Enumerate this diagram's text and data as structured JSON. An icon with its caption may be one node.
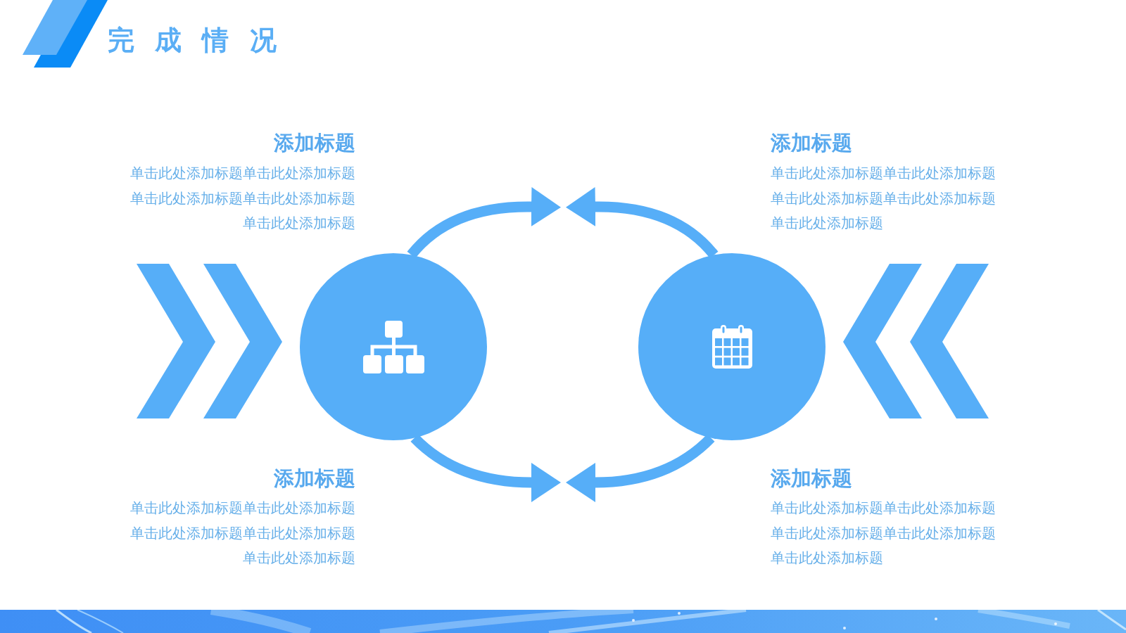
{
  "diagram": {
    "title": "完 成 情 况",
    "nodes": [
      {
        "text": [],
        "shape": "circle"
      },
      {
        "text": [],
        "shape": "circle"
      }
    ],
    "edges": [
      {
        "from": 0,
        "to": null,
        "arrow": "to"
      },
      {
        "from": 1,
        "to": null,
        "arrow": "to"
      },
      {
        "from": 0,
        "to": null,
        "arrow": "to"
      },
      {
        "from": 1,
        "to": null,
        "arrow": "to"
      }
    ],
    "labels": [
      "添加标题",
      "单击此处添加标题单击此处添加标题单击此处添加标题单击此处添加标题单击此处添加标题",
      "添加标题",
      "单击此处添加标题单击此处添加标题单击此处添加标题单击此处添加标题单击此处添加标题",
      "添加标题",
      "单击此处添加标题单击此处添加标题单击此处添加标题单击此处添加标题单击此处添加标题",
      "添加标题",
      "单击此处添加标题单击此处添加标题单击此处添加标题单击此处添加标题单击此处添加标题"
    ]
  }
}
